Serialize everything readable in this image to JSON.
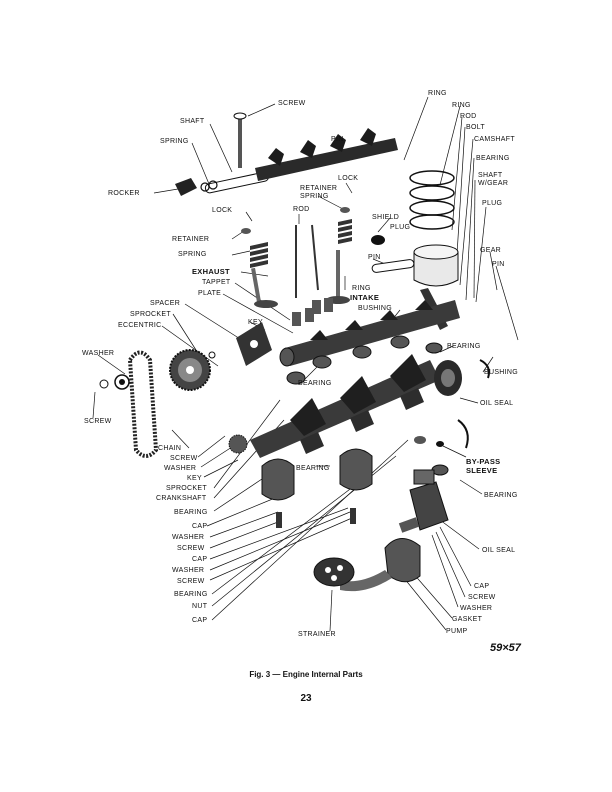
{
  "labels": {
    "screw_top": "SCREW",
    "shaft": "SHAFT",
    "spring_top": "SPRING",
    "rocker": "ROCKER",
    "pin_top": "PIN",
    "lock_right": "LOCK",
    "retainer_spring": "RETAINER\nSPRING",
    "lock_left": "LOCK",
    "rod_mid": "ROD",
    "retainer": "RETAINER",
    "spring_mid": "SPRING",
    "exhaust": "EXHAUST",
    "shield": "SHIELD",
    "plug_mid": "PLUG",
    "pin_mid": "PIN",
    "ring_intake": "RING",
    "intake": "INTAKE",
    "ring1": "RING",
    "ring2": "RING",
    "rod_right": "ROD",
    "bolt": "BOLT",
    "camshaft": "CAMSHAFT",
    "bearing_right1": "BEARING",
    "shaft_wgear": "SHAFT\nW/GEAR",
    "plug_right": "PLUG",
    "gear": "GEAR",
    "pin_right": "PIN",
    "tappet": "TAPPET",
    "plate": "PLATE",
    "spacer": "SPACER",
    "sprocket_left": "SPROCKET",
    "eccentric": "ECCENTRIC",
    "key_mid": "KEY",
    "bushing_mid": "BUSHING",
    "bearing_cam_right": "BEARING",
    "bushing_right": "BUSHING",
    "washer_left": "WASHER",
    "screw_left": "SCREW",
    "bearing_cam_left": "BEARING",
    "oil_seal_top": "OIL SEAL",
    "chain": "CHAIN",
    "screw_list": "SCREW",
    "washer_list": "WASHER",
    "key_list": "KEY",
    "sprocket_list": "SPROCKET",
    "crankshaft": "CRANKSHAFT",
    "bearing_list1": "BEARING",
    "bearing_crank": "BEARING",
    "bypass_sleeve": "BY-PASS\nSLEEVE",
    "bearing_lower_right": "BEARING",
    "cap1": "CAP",
    "washer2": "WASHER",
    "screw2": "SCREW",
    "cap2": "CAP",
    "washer3": "WASHER",
    "screw3": "SCREW",
    "bearing_list2": "BEARING",
    "nut": "NUT",
    "cap3": "CAP",
    "oil_seal_lower": "OIL SEAL",
    "cap_r": "CAP",
    "screw_r": "SCREW",
    "washer_r": "WASHER",
    "gasket": "GASKET",
    "pump": "PUMP",
    "strainer": "STRAINER"
  },
  "figure_number": "59×57",
  "caption": "Fig. 3 — Engine Internal Parts",
  "page_number": "23"
}
